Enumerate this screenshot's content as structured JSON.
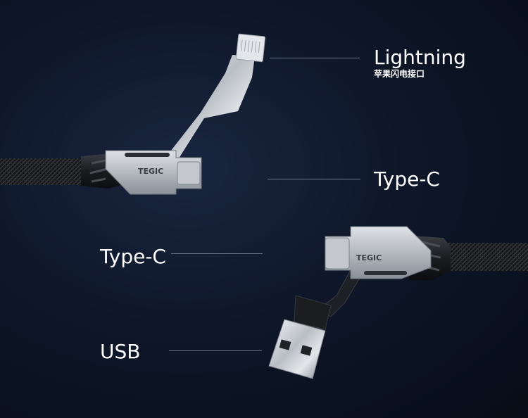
{
  "callouts": {
    "lightning": {
      "label": "Lightning",
      "sublabel": "苹果闪电接口"
    },
    "type_c_top": {
      "label": "Type-C"
    },
    "type_c_bottom": {
      "label": "Type-C"
    },
    "usb": {
      "label": "USB"
    }
  },
  "brand": {
    "mark": "TEGIC"
  },
  "colors": {
    "background": "#0a1120",
    "text": "#ffffff",
    "leader": "#8b96a8",
    "metal": "#c9cdd3",
    "rubber": "#1c1e22"
  }
}
